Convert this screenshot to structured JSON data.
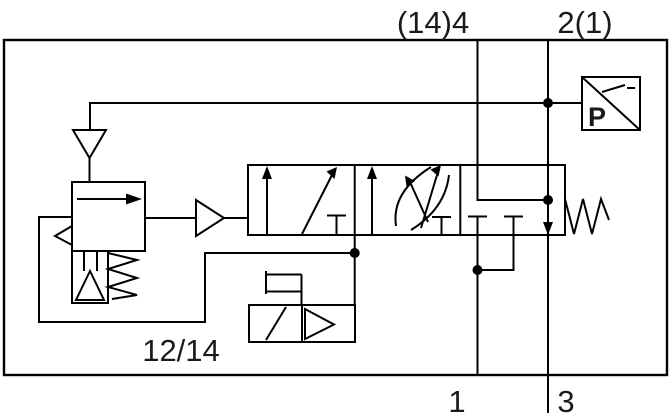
{
  "diagram": {
    "labels": {
      "port_4": "(14)4",
      "port_2": "2(1)",
      "port_1": "1",
      "port_3": "3",
      "pilot_ports": "12/14",
      "pressure_sensor": "P"
    },
    "colors": {
      "line": "#000000",
      "background": "#ffffff"
    }
  }
}
